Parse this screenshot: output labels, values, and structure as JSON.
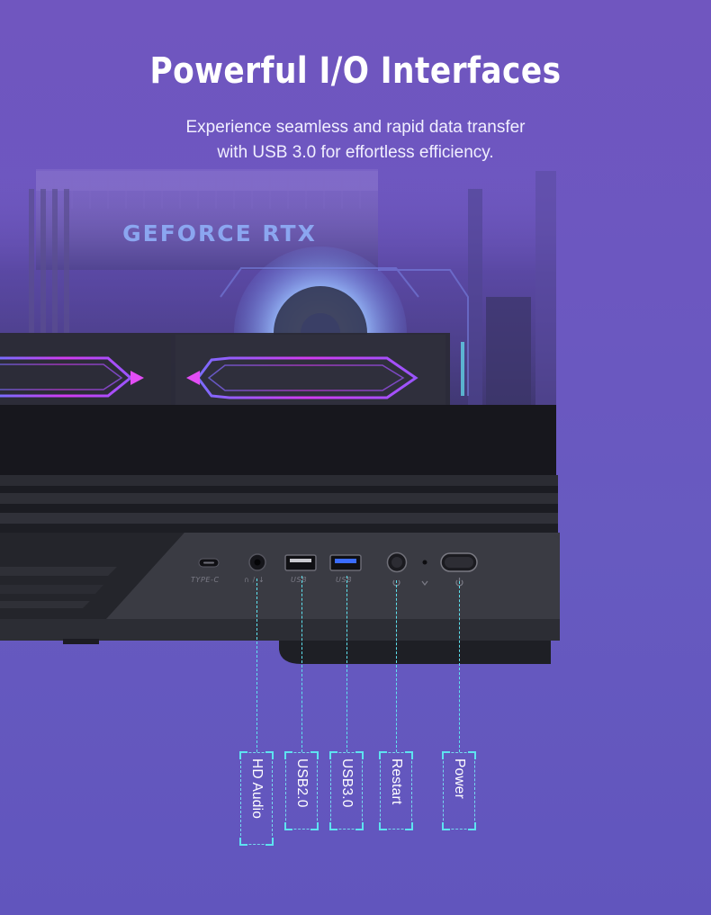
{
  "headline": "Powerful I/O Interfaces",
  "subline": {
    "line1": "Experience seamless and rapid data transfer",
    "line2": "with USB 3.0 for effortless efficiency."
  },
  "gpu_branding": "GEFORCE RTX",
  "port_labels": {
    "typec": "TYPE-C",
    "audio": "∩ / ↓",
    "usb_a": "USB",
    "usb_b": "USB"
  },
  "callouts": [
    {
      "label": "HD Audio"
    },
    {
      "label": "USB2.0"
    },
    {
      "label": "USB3.0"
    },
    {
      "label": "Restart"
    },
    {
      "label": "Power"
    }
  ],
  "colors": {
    "background": "#6a56c0",
    "accent_cyan": "#5ee3f0",
    "accent_magenta": "#d03cf0",
    "usb3_blue": "#3b6cff"
  }
}
